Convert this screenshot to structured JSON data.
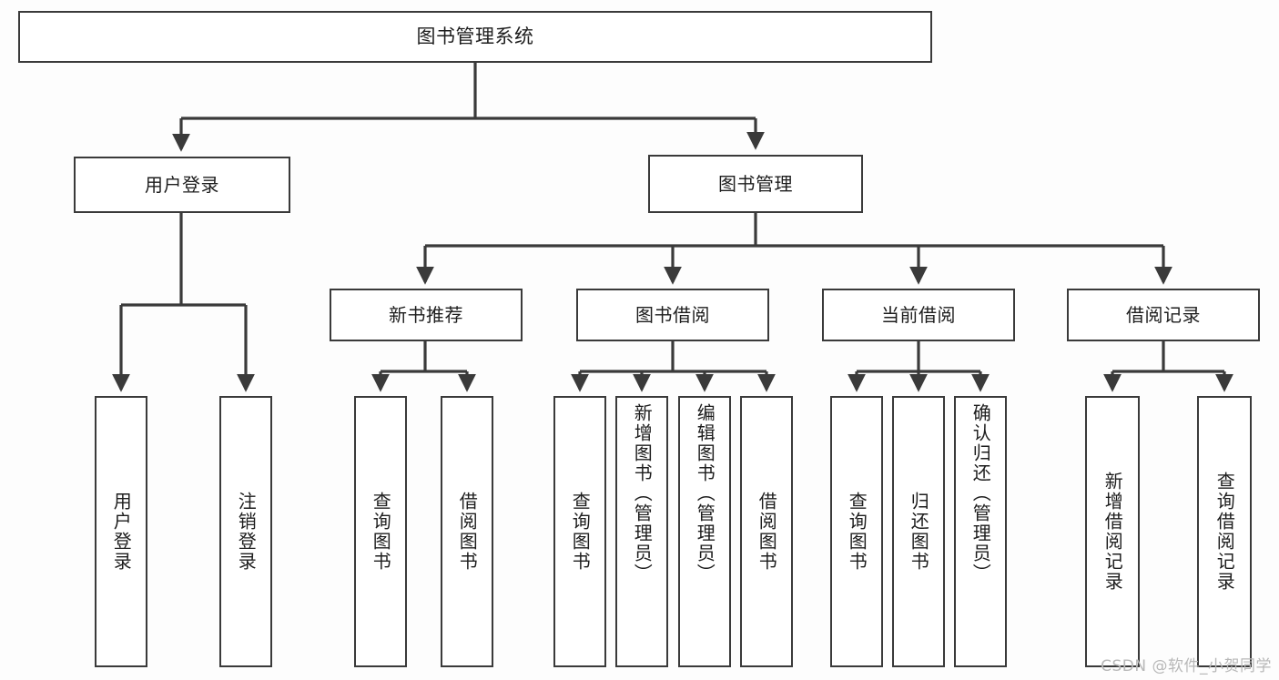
{
  "diagram": {
    "title": "图书管理系统",
    "type": "tree",
    "root": {
      "id": "root",
      "label": "图书管理系统"
    },
    "level2": [
      {
        "id": "user-login",
        "label": "用户登录"
      },
      {
        "id": "book-manage",
        "label": "图书管理"
      }
    ],
    "level3": [
      {
        "id": "new-book-recommend",
        "label": "新书推荐",
        "parent": "book-manage"
      },
      {
        "id": "book-borrow",
        "label": "图书借阅",
        "parent": "book-manage"
      },
      {
        "id": "current-borrow",
        "label": "当前借阅",
        "parent": "book-manage"
      },
      {
        "id": "borrow-record",
        "label": "借阅记录",
        "parent": "book-manage"
      }
    ],
    "leaves": {
      "user_login": [
        {
          "id": "leaf-user-login",
          "label": "用户登录"
        },
        {
          "id": "leaf-user-logout",
          "label": "注销登录"
        }
      ],
      "new_book_recommend": [
        {
          "id": "leaf-query-book-1",
          "label": "查询图书"
        },
        {
          "id": "leaf-borrow-book-1",
          "label": "借阅图书"
        }
      ],
      "book_borrow": [
        {
          "id": "leaf-query-book-2",
          "label": "查询图书"
        },
        {
          "id": "leaf-add-book",
          "label": "新增图书（管理员）"
        },
        {
          "id": "leaf-edit-book",
          "label": "编辑图书（管理员）"
        },
        {
          "id": "leaf-borrow-book-2",
          "label": "借阅图书"
        }
      ],
      "current_borrow": [
        {
          "id": "leaf-query-book-3",
          "label": "查询图书"
        },
        {
          "id": "leaf-return-book",
          "label": "归还图书"
        },
        {
          "id": "leaf-confirm-return",
          "label": "确认归还（管理员）"
        }
      ],
      "borrow_record": [
        {
          "id": "leaf-add-record",
          "label": "新增借阅记录"
        },
        {
          "id": "leaf-query-record",
          "label": "查询借阅记录"
        }
      ]
    }
  },
  "watermark": {
    "text": "CSDN @软件_小贺同学"
  },
  "colors": {
    "background": "#fdfdfd",
    "node_fill": "#ffffff",
    "node_border": "#3a3a3a",
    "connector": "#3a3a3a",
    "text": "#1d1d1d",
    "watermark": "#b8b8b8"
  }
}
